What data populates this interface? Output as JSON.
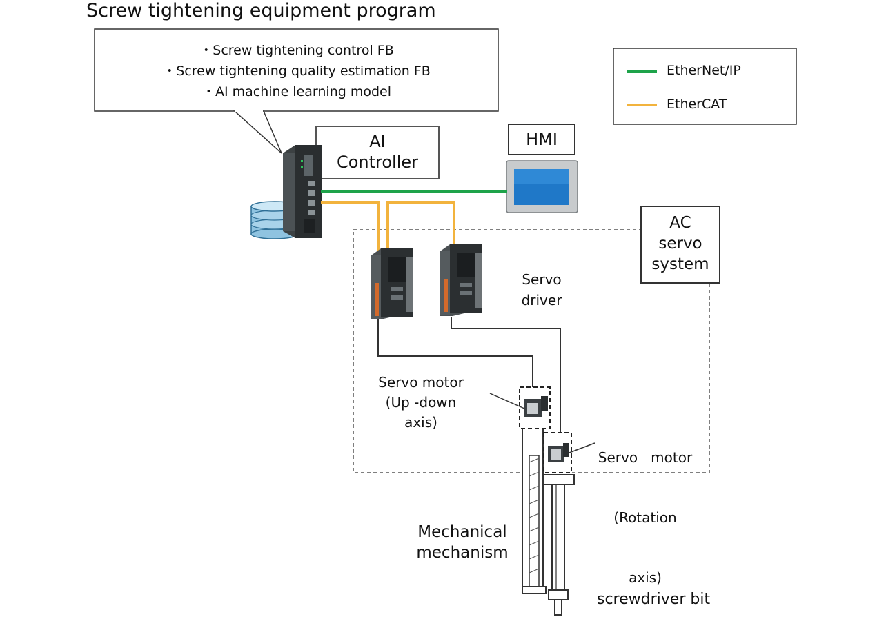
{
  "title": "Screw tightening equipment program",
  "program_items": [
    "・Screw tightening control FB",
    "・Screw tightening quality estimation FB",
    "・AI machine learning model"
  ],
  "legend": [
    {
      "label": "EtherNet/IP",
      "color": "#1ea34a"
    },
    {
      "label": "EtherCAT",
      "color": "#f2b33d"
    }
  ],
  "ai_controller": {
    "line1": "AI",
    "line2": "Controller"
  },
  "hmi": {
    "label": "HMI"
  },
  "ac_servo": {
    "line1": "AC",
    "line2": "servo",
    "line3": "system"
  },
  "servo_driver": {
    "line1": "Servo",
    "line2": "driver"
  },
  "servo_motor_updown": {
    "line1": "Servo motor",
    "line2": "(Up -down",
    "line3": "axis)"
  },
  "servo_motor_rotation": {
    "line1": "Servo   motor",
    "line2": "(Rotation",
    "line3": "axis)"
  },
  "mechanical": {
    "line1": "Mechanical",
    "line2": "mechanism"
  },
  "screwdriver": {
    "label": "screwdriver bit"
  },
  "colors": {
    "cable_gray": "#333333",
    "dashed": "#555555",
    "storage_blue": "#8fc3e0"
  }
}
